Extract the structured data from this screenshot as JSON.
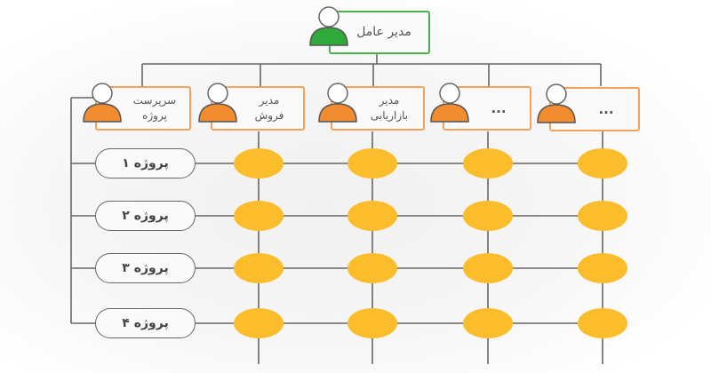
{
  "ceo": {
    "label": "مدیر عامل",
    "color": "#2eaa3a"
  },
  "managers": [
    {
      "line1": "سرپرست",
      "line2": "پروژه"
    },
    {
      "line1": "مدیر",
      "line2": "فروش"
    },
    {
      "line1": "مدیر",
      "line2": "بازاریابی"
    },
    {
      "line1": "...",
      "line2": ""
    },
    {
      "line1": "...",
      "line2": ""
    }
  ],
  "projects": [
    "پروژه ۱",
    "پروژه ۲",
    "پروژه ۳",
    "پروژه ۴"
  ],
  "colors": {
    "manager": "#f28c30",
    "node": "#fbbd2c",
    "line": "#666666"
  }
}
